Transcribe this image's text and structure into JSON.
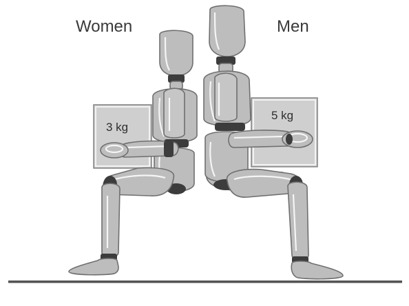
{
  "labels": {
    "women": "Women",
    "men": "Men"
  },
  "weights": {
    "women": "3 kg",
    "men": "5 kg"
  },
  "colors": {
    "figure_fill": "#bdbdbd",
    "figure_stroke": "#6f6f6f",
    "joint": "#3c3c3c",
    "box_fill": "#cfcfcf",
    "floor": "#555555"
  }
}
